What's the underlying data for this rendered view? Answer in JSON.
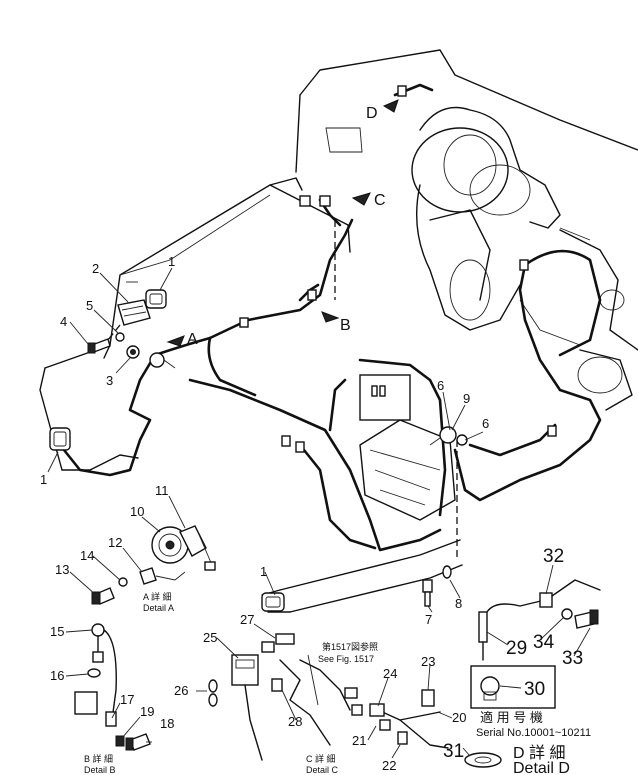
{
  "callouts": [
    "1",
    "2",
    "3",
    "4",
    "5",
    "6",
    "7",
    "8",
    "9",
    "10",
    "11",
    "12",
    "13",
    "14",
    "15",
    "16",
    "17",
    "18",
    "19",
    "20",
    "21",
    "22",
    "23",
    "24",
    "25",
    "26",
    "27",
    "28",
    "29",
    "30",
    "31",
    "32",
    "33",
    "34"
  ],
  "views": {
    "a": "A",
    "b": "B",
    "c": "C",
    "d": "D"
  },
  "details": {
    "a_jp": "A 詳 細",
    "a_en": "Detail A",
    "b_jp": "B 詳 細",
    "b_en": "Detail B",
    "c_jp": "C 詳 細",
    "c_en": "Detail C",
    "d_jp": "D 詳 細",
    "d_en": "Detail D"
  },
  "figure_ref": {
    "jp": "第1517図参照",
    "en": "See Fig. 1517"
  },
  "serial": {
    "jp": "適 用 号 機",
    "en": "Serial No.10001~10211"
  }
}
